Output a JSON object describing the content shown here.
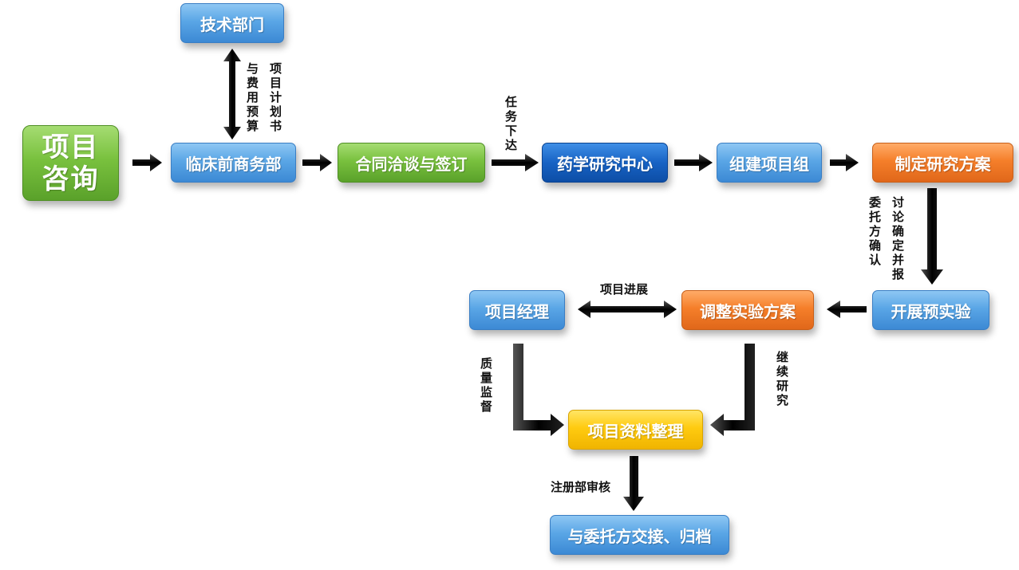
{
  "nodes": {
    "project_consult": "项目\n咨询",
    "tech_dept": "技术部门",
    "preclinical_business": "临床前商务部",
    "contract": "合同洽谈与签订",
    "pharma_center": "药学研究中心",
    "build_team": "组建项目组",
    "make_plan": "制定研究方案",
    "pre_experiment": "开展预实验",
    "adjust_plan": "调整实验方案",
    "project_manager": "项目经理",
    "data_organize": "项目资料整理",
    "handover": "与委托方交接、归档"
  },
  "labels": {
    "plan_budget_col1": "项目计划书",
    "plan_budget_col2": "与费用预算",
    "task_issued": "任务下达",
    "discuss_report": "讨论确定并报",
    "client_confirm": "委托方确认",
    "progress": "项目进展",
    "continue_research": "继续研究",
    "quality_supervision": "质量监督",
    "registration_review": "注册部审核"
  }
}
